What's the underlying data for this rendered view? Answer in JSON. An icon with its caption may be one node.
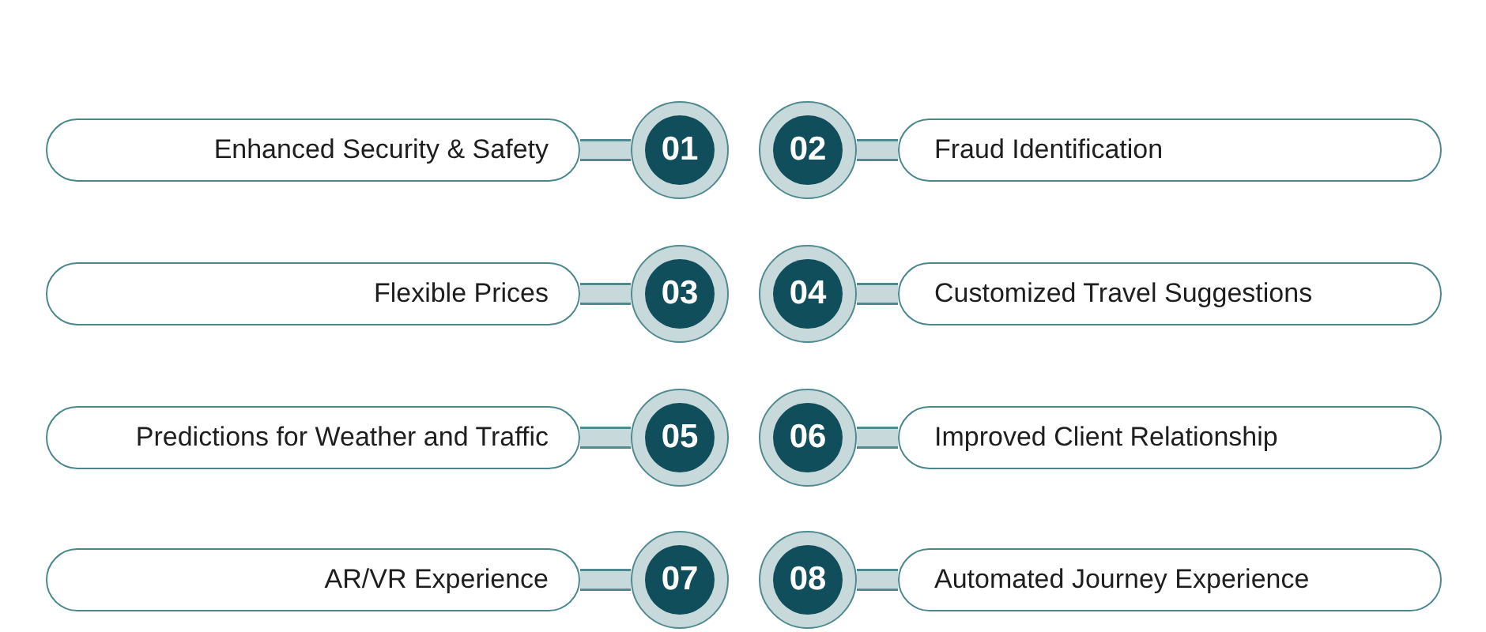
{
  "diagram": {
    "nodes": [
      {
        "text": [
          "Enhanced Security & Safety"
        ]
      },
      {
        "text": [
          "01"
        ]
      },
      {
        "text": [
          "02"
        ]
      },
      {
        "text": [
          "Fraud Identification"
        ]
      },
      {
        "text": [
          "Flexible Prices"
        ]
      },
      {
        "text": [
          "03"
        ]
      },
      {
        "text": [
          "04"
        ]
      },
      {
        "text": [
          "Customized Travel Suggestions"
        ]
      },
      {
        "text": [
          "Predictions for Weather and Traffic"
        ]
      },
      {
        "text": [
          "05"
        ]
      },
      {
        "text": [
          "06"
        ]
      },
      {
        "text": [
          "Improved Client Relationship"
        ]
      },
      {
        "text": [
          "AR/VR Experience"
        ]
      },
      {
        "text": [
          "07"
        ]
      },
      {
        "text": [
          "08"
        ]
      },
      {
        "text": [
          "Automated Journey Experience"
        ]
      }
    ],
    "edges": [
      {
        "from": 0,
        "to": 1,
        "arrow": "none"
      },
      {
        "from": 2,
        "to": 3,
        "arrow": "none"
      },
      {
        "from": 4,
        "to": 5,
        "arrow": "none"
      },
      {
        "from": 6,
        "to": 7,
        "arrow": "none"
      },
      {
        "from": 8,
        "to": 9,
        "arrow": "none"
      },
      {
        "from": 10,
        "to": 11,
        "arrow": "none"
      },
      {
        "from": 12,
        "to": 13,
        "arrow": "none"
      },
      {
        "from": 14,
        "to": 15,
        "arrow": "none"
      }
    ]
  }
}
